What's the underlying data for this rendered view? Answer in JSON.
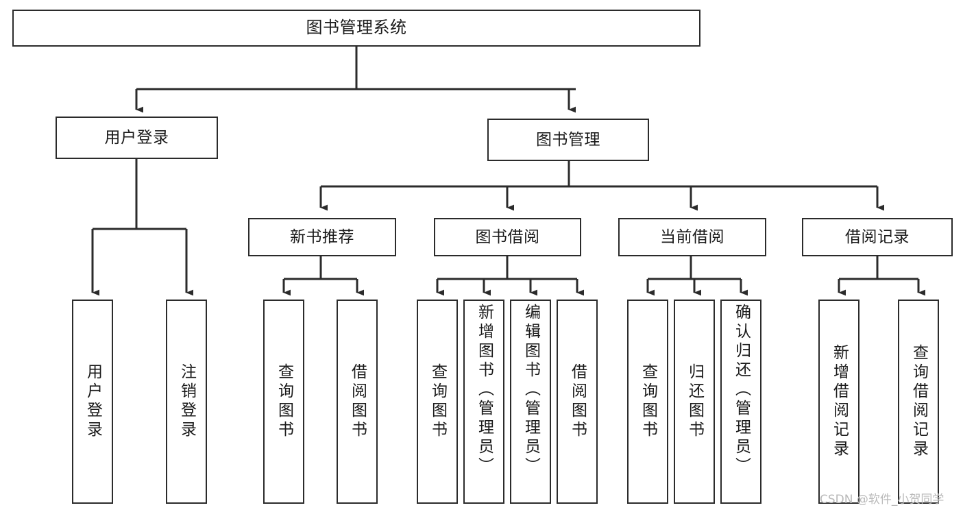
{
  "diagram": {
    "title": "图书管理系统",
    "watermark": "CSDN @软件_小贺同学",
    "stroke_color": "#2b2b2b",
    "background_color": "#ffffff",
    "nodes": {
      "root": {
        "label": "图书管理系统",
        "level": 1
      },
      "l2_user_login": {
        "label": "用户登录",
        "level": 2
      },
      "l2_book_manage": {
        "label": "图书管理",
        "level": 2
      },
      "l3_new_book_rec": {
        "label": "新书推荐",
        "level": 3
      },
      "l3_book_borrow": {
        "label": "图书借阅",
        "level": 3
      },
      "l3_current_borrow": {
        "label": "当前借阅",
        "level": 3
      },
      "l3_borrow_record": {
        "label": "借阅记录",
        "level": 3
      },
      "leaf_user_login": {
        "label": "用户登录",
        "level": 4
      },
      "leaf_user_logout": {
        "label": "注销登录",
        "level": 4
      },
      "leaf_query_book_rec": {
        "label": "查询图书",
        "level": 4
      },
      "leaf_borrow_book_rec": {
        "label": "借阅图书",
        "level": 4
      },
      "leaf_query_book_borrow": {
        "label": "查询图书",
        "level": 4
      },
      "leaf_add_book": {
        "label": "新增图书（管理员）",
        "level": 4
      },
      "leaf_edit_book": {
        "label": "编辑图书（管理员）",
        "level": 4
      },
      "leaf_borrow_book": {
        "label": "借阅图书",
        "level": 4
      },
      "leaf_query_book_current": {
        "label": "查询图书",
        "level": 4
      },
      "leaf_return_book": {
        "label": "归还图书",
        "level": 4
      },
      "leaf_confirm_return": {
        "label": "确认归还（管理员）",
        "level": 4
      },
      "leaf_add_record": {
        "label": "新增借阅记录",
        "level": 4
      },
      "leaf_query_record": {
        "label": "查询借阅记录",
        "level": 4
      }
    },
    "edges": [
      {
        "from": "root",
        "to": "l2_user_login"
      },
      {
        "from": "root",
        "to": "l2_book_manage"
      },
      {
        "from": "l2_user_login",
        "to": "leaf_user_login"
      },
      {
        "from": "l2_user_login",
        "to": "leaf_user_logout"
      },
      {
        "from": "l2_book_manage",
        "to": "l3_new_book_rec"
      },
      {
        "from": "l2_book_manage",
        "to": "l3_book_borrow"
      },
      {
        "from": "l2_book_manage",
        "to": "l3_current_borrow"
      },
      {
        "from": "l2_book_manage",
        "to": "l3_borrow_record"
      },
      {
        "from": "l3_new_book_rec",
        "to": "leaf_query_book_rec"
      },
      {
        "from": "l3_new_book_rec",
        "to": "leaf_borrow_book_rec"
      },
      {
        "from": "l3_book_borrow",
        "to": "leaf_query_book_borrow"
      },
      {
        "from": "l3_book_borrow",
        "to": "leaf_add_book"
      },
      {
        "from": "l3_book_borrow",
        "to": "leaf_edit_book"
      },
      {
        "from": "l3_book_borrow",
        "to": "leaf_borrow_book"
      },
      {
        "from": "l3_current_borrow",
        "to": "leaf_query_book_current"
      },
      {
        "from": "l3_current_borrow",
        "to": "leaf_return_book"
      },
      {
        "from": "l3_current_borrow",
        "to": "leaf_confirm_return"
      },
      {
        "from": "l3_borrow_record",
        "to": "leaf_add_record"
      },
      {
        "from": "l3_borrow_record",
        "to": "leaf_query_record"
      }
    ]
  }
}
